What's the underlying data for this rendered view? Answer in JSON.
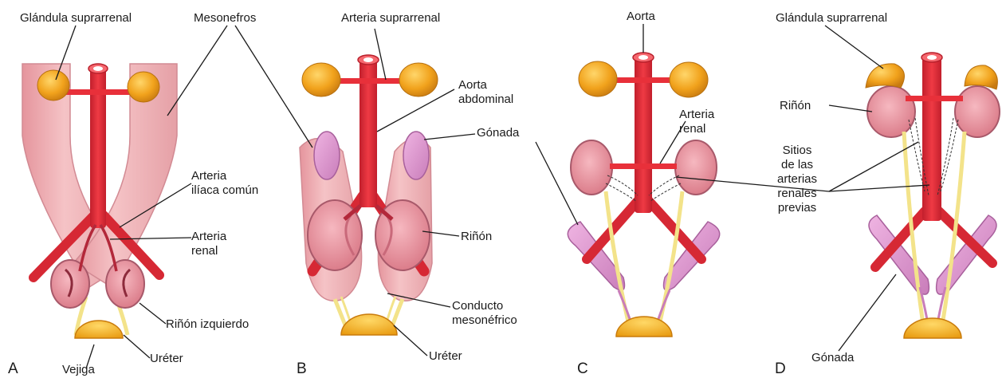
{
  "colors": {
    "artery": "#e8303a",
    "artery_dark": "#b81f2b",
    "adrenal": "#f1a21c",
    "adrenal_dark": "#c87a10",
    "mesonephros": "#f1b3b7",
    "mesonephros_dark": "#d98890",
    "kidney": "#ec9aa5",
    "kidney_dark": "#c86f7d",
    "gonad": "#de95cf",
    "gonad_dark": "#b66aa8",
    "ureter": "#f3e38a",
    "bladder": "#f6b623",
    "leader": "#1a1a1a"
  },
  "panels": {
    "a": {
      "letter": "A",
      "labels": {
        "adrenal": "Glándula suprarrenal",
        "mesonephros": "Mesonefros",
        "iliac_line1": "Arteria",
        "iliac_line2": "ilíaca común",
        "renal_line1": "Arteria",
        "renal_line2": "renal",
        "left_kidney": "Riñón izquierdo",
        "ureter": "Uréter",
        "bladder": "Vejiga"
      }
    },
    "b": {
      "letter": "B",
      "labels": {
        "adrenal_artery": "Arteria suprarrenal",
        "aorta_line1": "Aorta",
        "aorta_line2": "abdominal",
        "gonad": "Gónada",
        "kidney": "Riñón",
        "duct_line1": "Conducto",
        "duct_line2": "mesonéfrico",
        "ureter": "Uréter"
      }
    },
    "c": {
      "letter": "C",
      "labels": {
        "aorta": "Aorta",
        "renal_line1": "Arteria",
        "renal_line2": "renal"
      }
    },
    "d": {
      "letter": "D",
      "labels": {
        "adrenal": "Glándula suprarrenal",
        "kidney": "Riñón",
        "sites_line1": "Sitios",
        "sites_line2": "de las",
        "sites_line3": "arterias",
        "sites_line4": "renales",
        "sites_line5": "previas",
        "gonad": "Gónada"
      }
    }
  }
}
